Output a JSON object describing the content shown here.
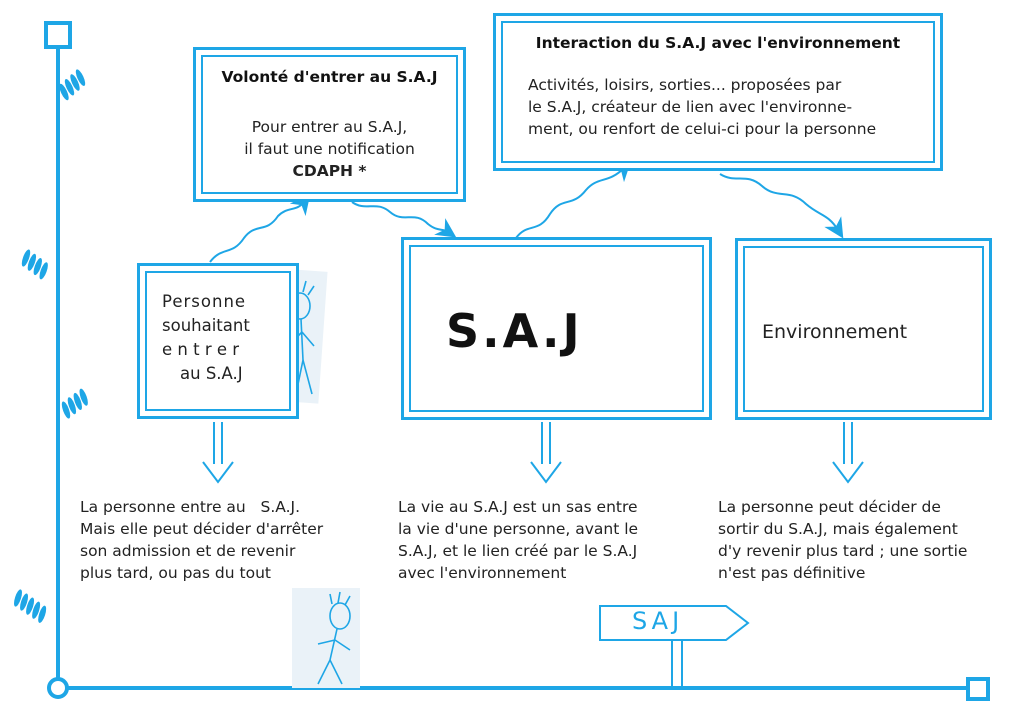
{
  "accent": "#1ea6e6",
  "green": "#2a9a3c",
  "volonte": {
    "title": "Volonté d'entrer au S.A.J",
    "line1": "Pour entrer au S.A.J,",
    "line2": "il faut une notification",
    "line3": "CDAPH *"
  },
  "interaction": {
    "title": "Interaction du S.A.J avec l'environnement",
    "line1": "Activités, loisirs, sorties... proposées par",
    "line2": "le S.A.J, créateur de lien avec l'environne-",
    "line3": "ment, ou renfort de celui-ci pour la personne"
  },
  "personne": {
    "line1": "Personne",
    "line2": "souhaitant",
    "line3": "e n t r e r",
    "line4": "au S.A.J"
  },
  "saj": {
    "label": "S.A.J",
    "icon": "house-river-icon"
  },
  "environnement": {
    "label": "Environnement",
    "icon": "tree-path-icon"
  },
  "para1": {
    "l1": "La personne entre au   S.A.J.",
    "l2": "Mais elle peut décider d'arrêter",
    "l3": "son admission et de revenir",
    "l4": "plus tard, ou pas du tout"
  },
  "para2": {
    "l1": "La vie au S.A.J est un sas entre",
    "l2": "la vie d'une personne, avant le",
    "l3": "S.A.J, et le lien créé par le S.A.J",
    "l4": "avec l'environnement"
  },
  "para3": {
    "l1": "La personne peut décider de",
    "l2": "sortir du S.A.J, mais également",
    "l3": "d'y revenir plus tard ; une sortie",
    "l4": "n'est pas définitive"
  },
  "signpost": {
    "label": "SAJ"
  }
}
